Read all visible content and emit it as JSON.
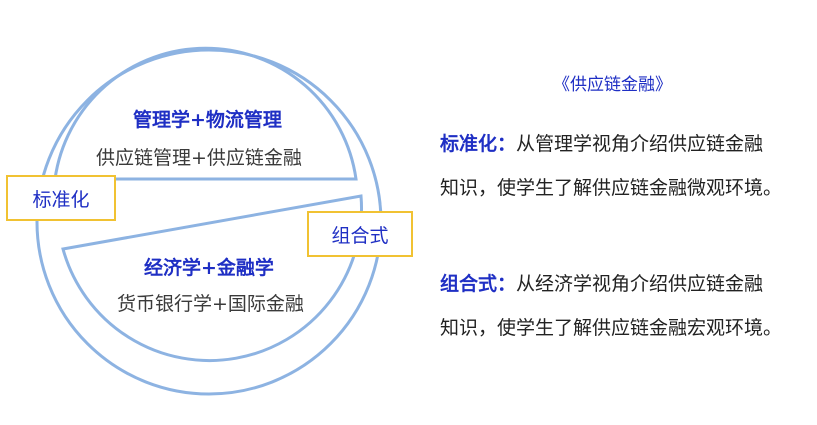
{
  "diagram": {
    "top_title": "管理学+物流管理",
    "top_subtitle": "供应链管理+供应链金融",
    "bottom_title": "经济学+金融学",
    "bottom_subtitle": "货币银行学+国际金融",
    "left_box": "标准化",
    "right_box": "组合式",
    "ring_color": "#8db3e2",
    "box_border_color": "#f1c232"
  },
  "description": {
    "title": "《供应链金融》",
    "items": [
      {
        "label": "标准化：",
        "line1": "从管理学视角介绍供应链金融",
        "line2": "知识，使学生了解供应链金融微观环境。"
      },
      {
        "label": "组合式：",
        "line1": "从经济学视角介绍供应链金融",
        "line2": "知识，使学生了解供应链金融宏观环境。"
      }
    ]
  }
}
